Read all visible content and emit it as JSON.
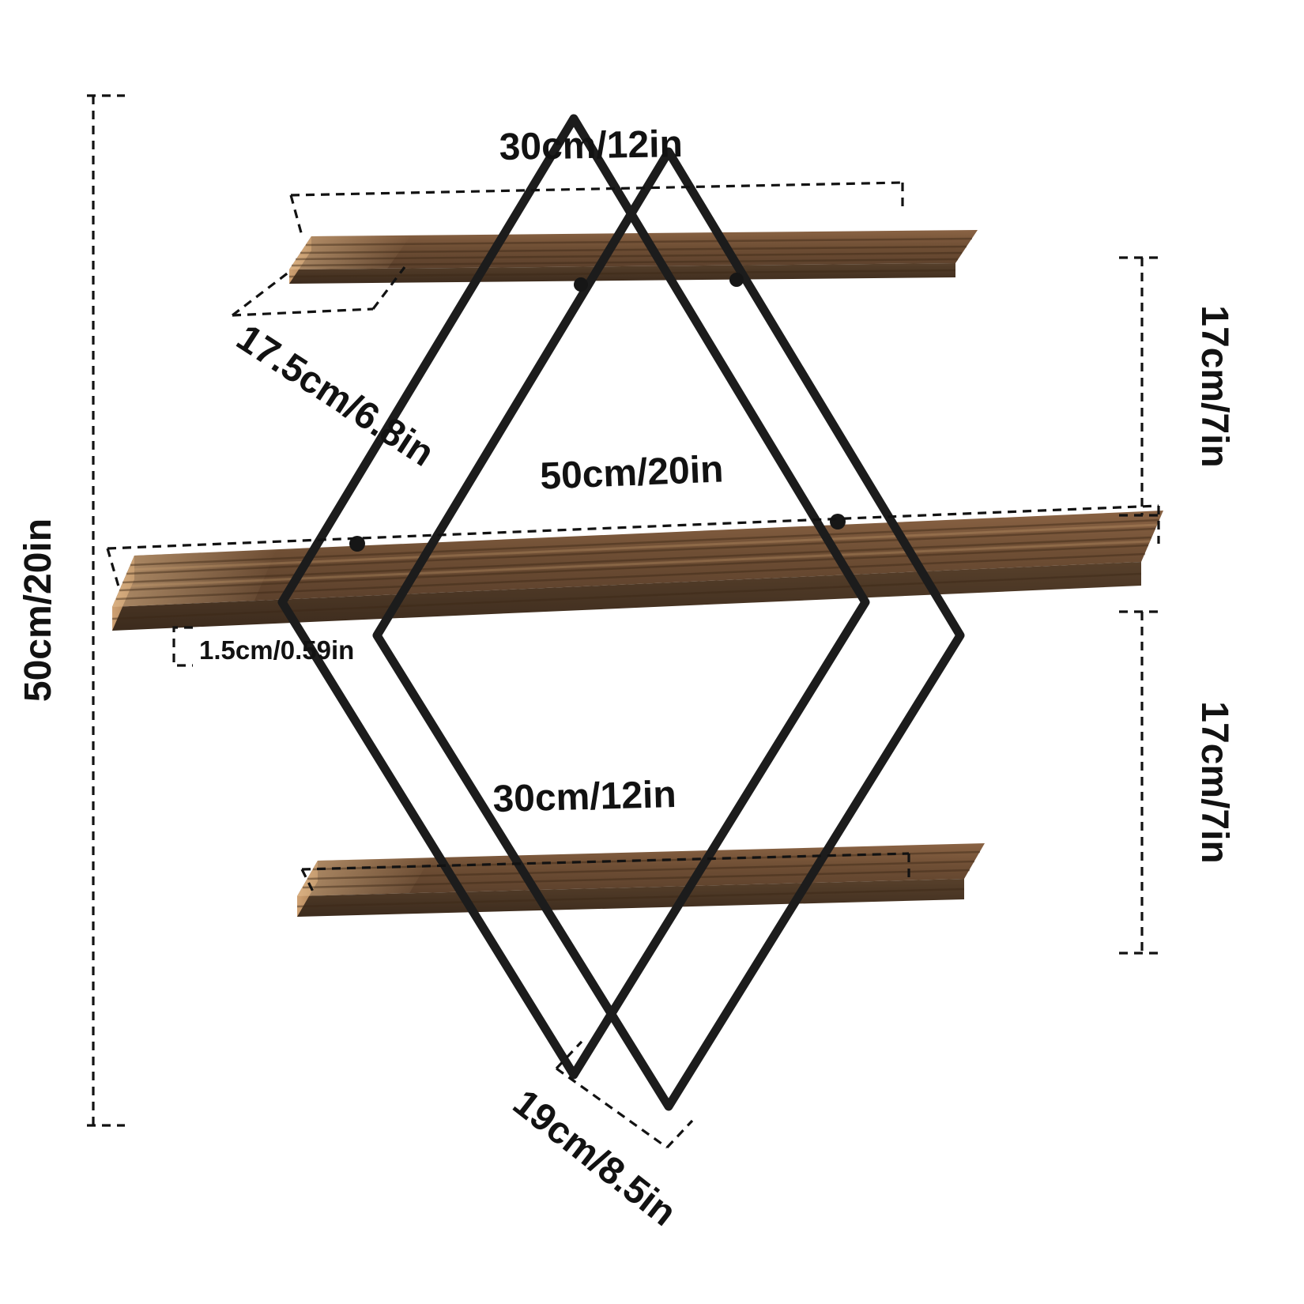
{
  "diagram": {
    "labels": {
      "top_shelf_width": "30cm/12in",
      "top_shelf_depth": "17.5cm/6.8in",
      "middle_shelf_width": "50cm/20in",
      "shelf_thickness": "1.5cm/0.59in",
      "overall_height": "50cm/20in",
      "upper_gap": "17cm/7in",
      "lower_gap": "17cm/7in",
      "bottom_shelf_width": "30cm/12in",
      "bottom_shelf_depth": "19cm/8.5in"
    },
    "colors": {
      "frame": "#1c1c1c",
      "dimension": "#121212",
      "wood_top": "#6e4e34",
      "wood_front": "#4a3525",
      "wood_end": "#c79b6e",
      "background": "#ffffff"
    }
  }
}
